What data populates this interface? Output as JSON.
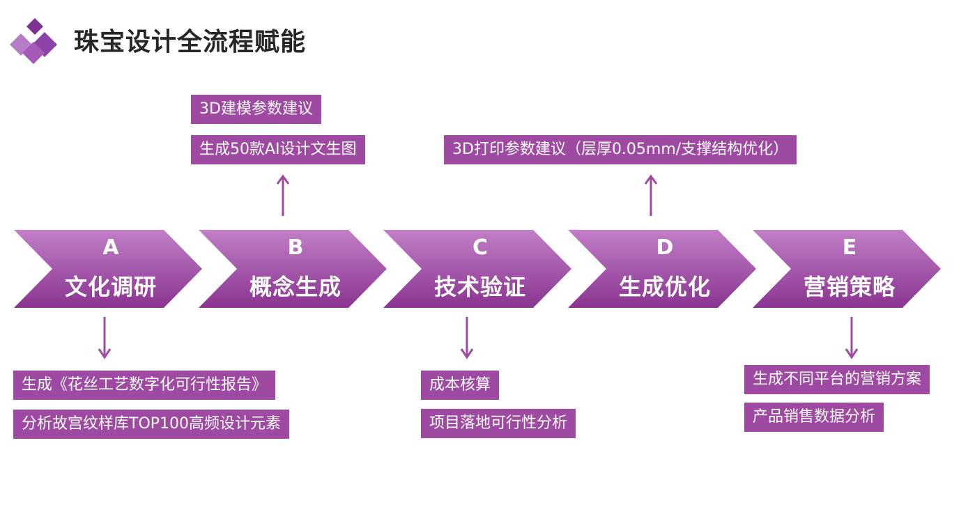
{
  "title": "珠宝设计全流程赋能",
  "colors": {
    "accent": "#9f4aa2",
    "chevron_top": "#c17fc6",
    "chevron_bottom": "#8a3491",
    "logo_dark": "#7e3492",
    "logo_light": "#b57cc8"
  },
  "stages": [
    {
      "letter": "A",
      "name": "文化调研"
    },
    {
      "letter": "B",
      "name": "概念生成"
    },
    {
      "letter": "C",
      "name": "技术验证"
    },
    {
      "letter": "D",
      "name": "生成优化"
    },
    {
      "letter": "E",
      "name": "营销策略"
    }
  ],
  "notes": {
    "b_top": [
      "3D建模参数建议",
      "生成50款AI设计文生图"
    ],
    "d_top": [
      "3D打印参数建议（层厚0.05mm/支撑结构优化）"
    ],
    "a_bottom": [
      "生成《花丝工艺数字化可行性报告》",
      "分析故宫纹样库TOP100高频设计元素"
    ],
    "c_bottom": [
      "成本核算",
      "项目落地可行性分析"
    ],
    "e_bottom": [
      "生成不同平台的营销方案",
      "产品销售数据分析"
    ]
  }
}
